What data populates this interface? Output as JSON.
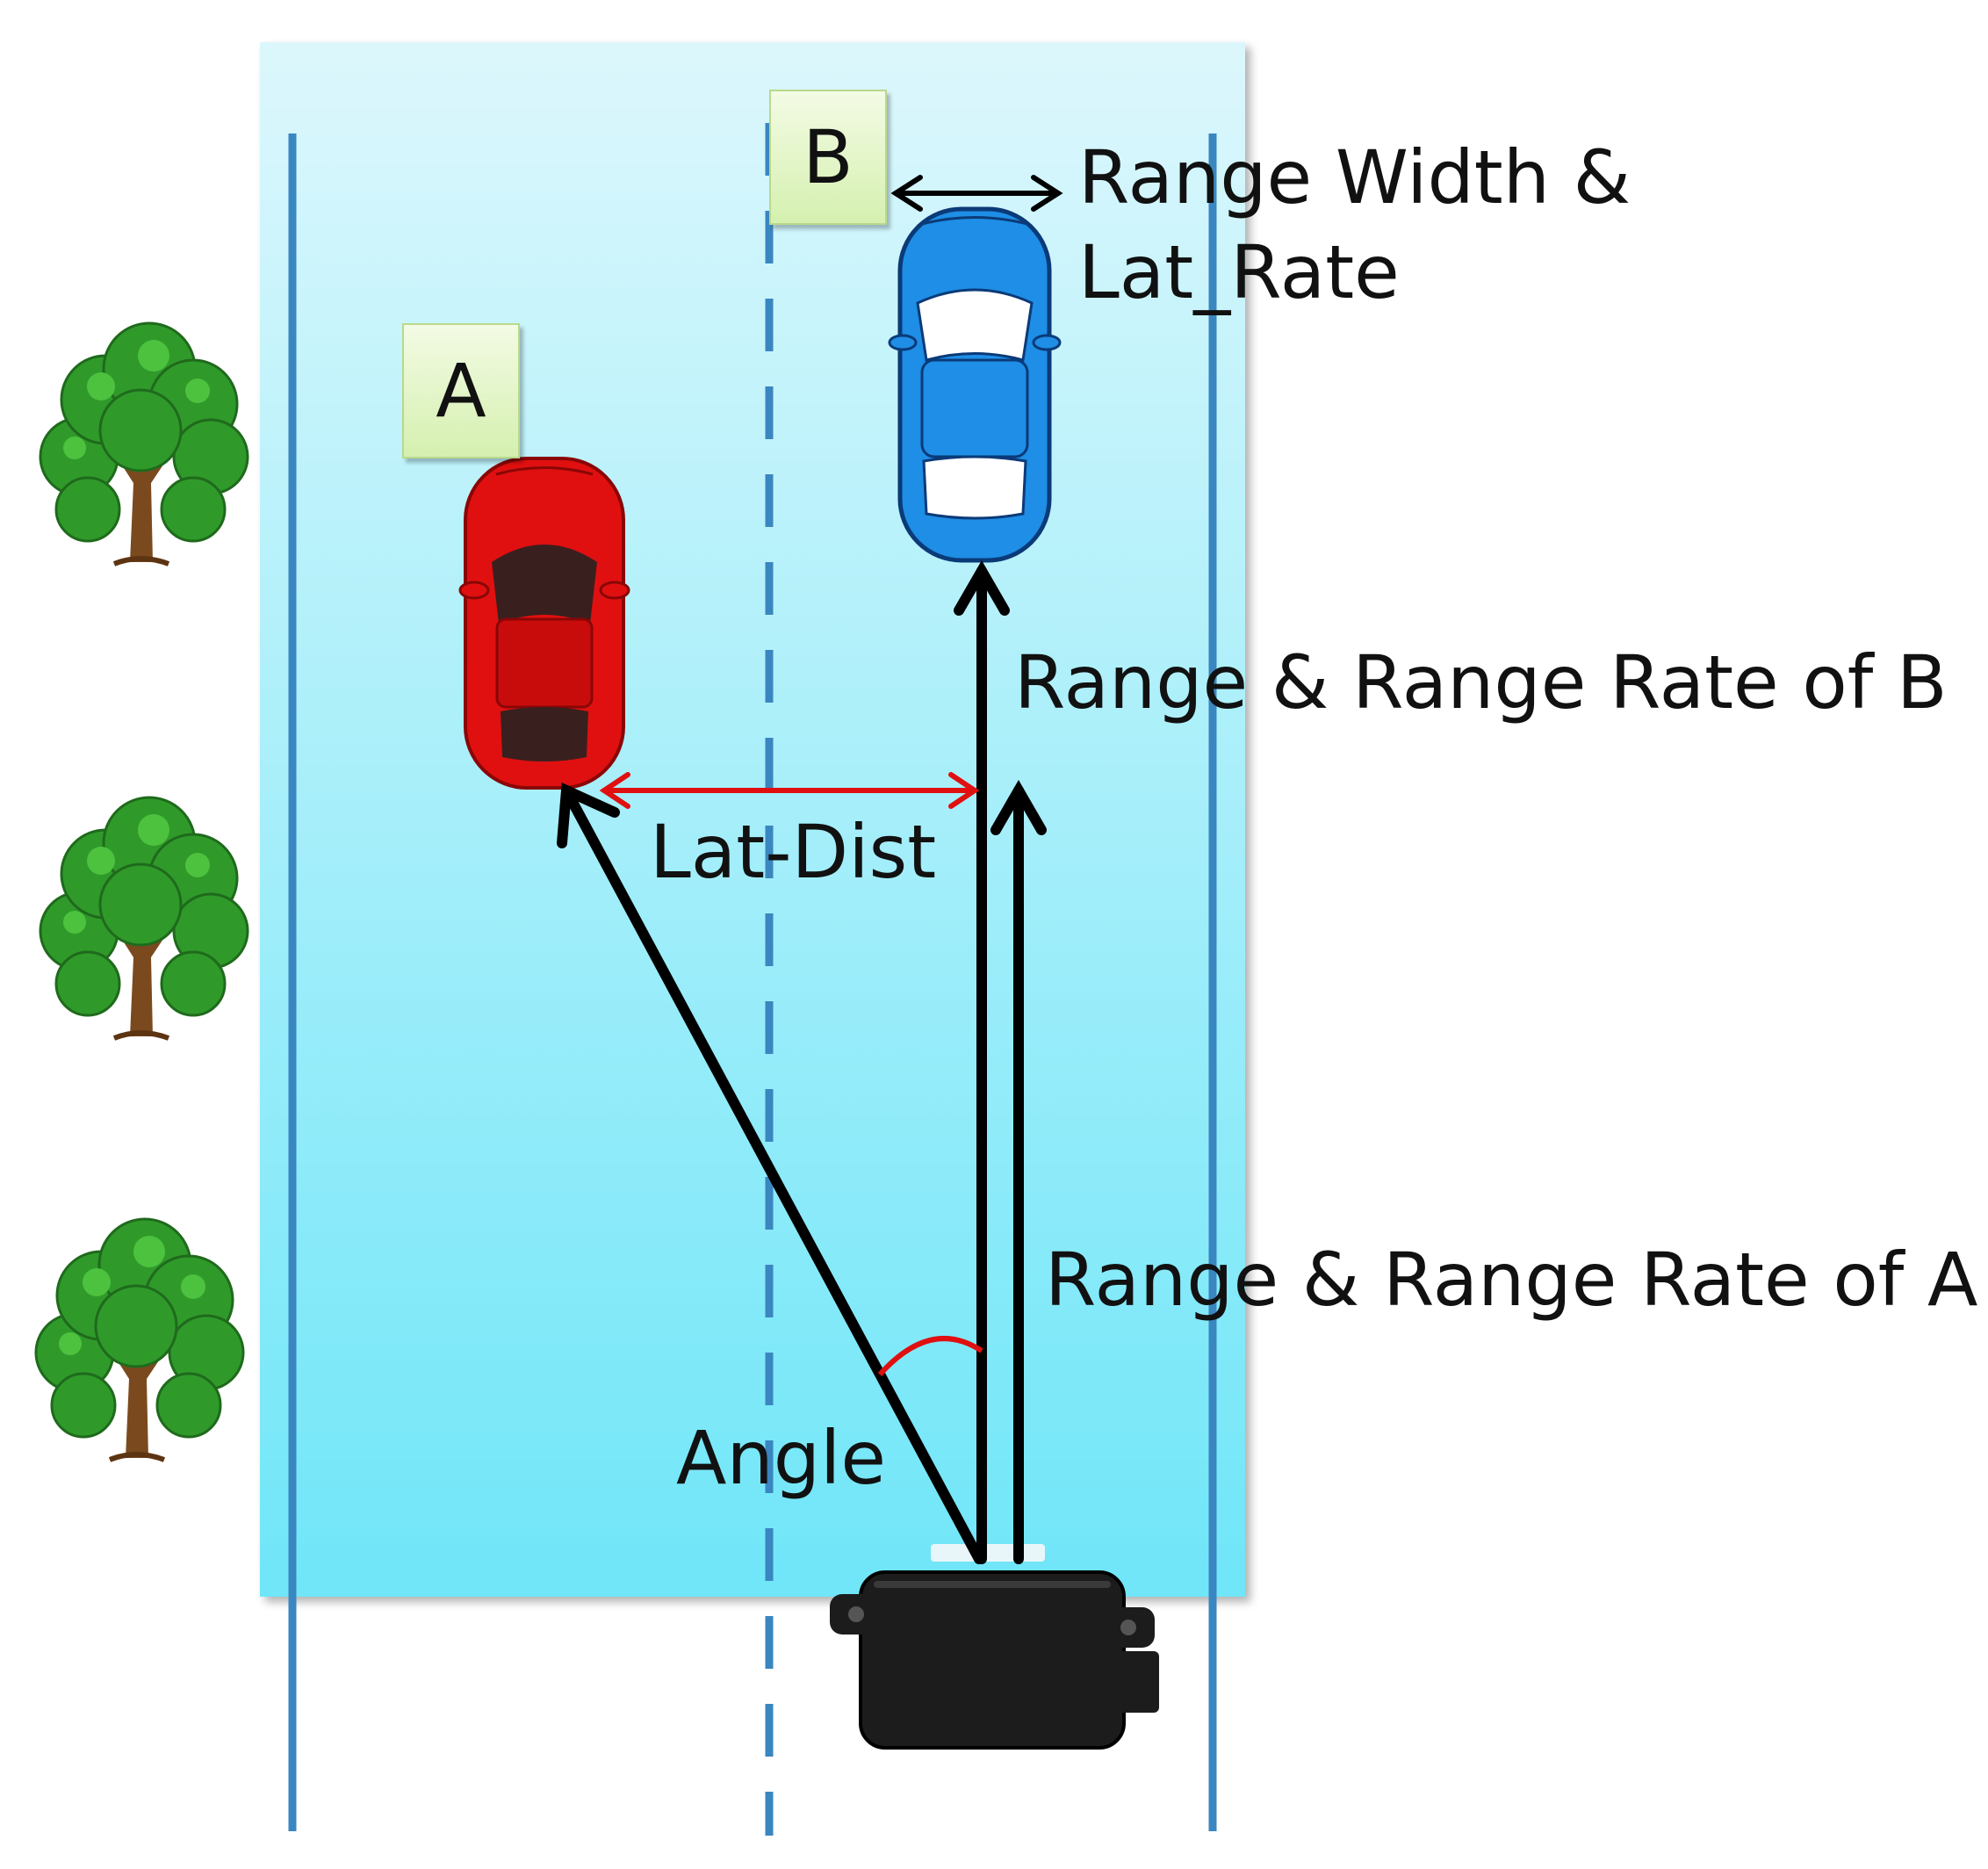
{
  "labels": {
    "box_a": "A",
    "box_b": "B",
    "range_width_line1": "Range Width &",
    "range_width_line2": "Lat_Rate",
    "range_b": "Range & Range Rate of B",
    "lat_dist": "Lat-Dist",
    "range_a": "Range & Range Rate of A",
    "angle": "Angle"
  },
  "colors": {
    "road_top": "#dcf7fc",
    "road_bottom": "#6fe6f8",
    "lane_line": "#3a86c0",
    "car_a": "#e01010",
    "car_b": "#1e8ee6",
    "measure_red": "#e01010",
    "arrow_black": "#000000",
    "sensor": "#1c1c1c",
    "tree_leaf": "#2f9a2a",
    "tree_trunk": "#7a4a1e"
  },
  "icons": [
    "tree-icon",
    "car-icon",
    "radar-sensor-icon"
  ]
}
